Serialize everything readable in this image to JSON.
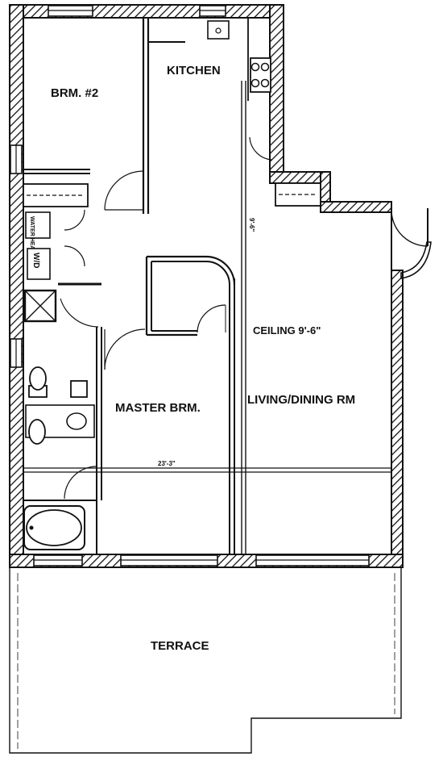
{
  "rooms": {
    "bedroom2": "BRM. #2",
    "kitchen": "KITCHEN",
    "ceiling": "CEILING  9'-6\"",
    "master": "MASTER BRM.",
    "living": "LIVING/DINING RM",
    "terrace": "TERRACE"
  },
  "fixtures": {
    "water_heater": "WATER HEATER",
    "washer_dryer": "W/D"
  },
  "dimensions": {
    "height_dim": "9'-6\"",
    "span_dim": "23'-3\""
  },
  "colors": {
    "ink": "#111111",
    "paper": "#ffffff"
  }
}
